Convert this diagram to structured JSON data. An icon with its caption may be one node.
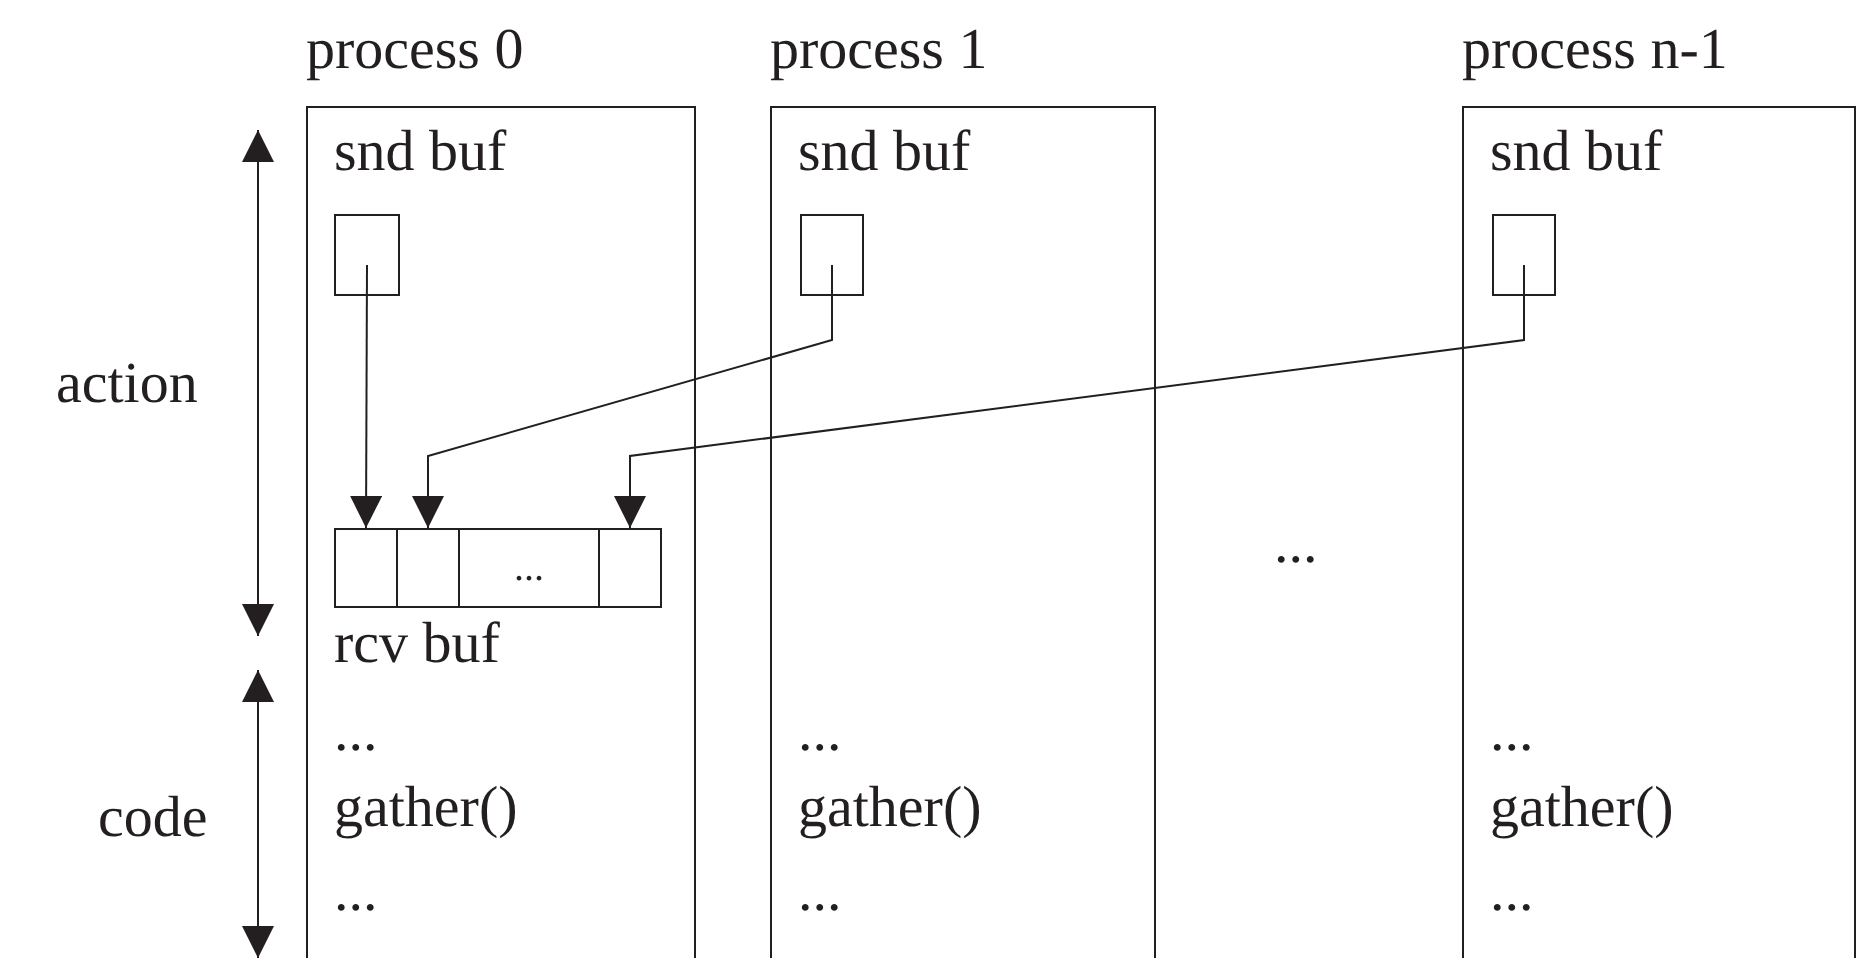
{
  "diagram": {
    "nodes": [
      {
        "text": [
          "process 0",
          "snd buf",
          "rcv buf",
          "...",
          "gather()",
          "..."
        ]
      },
      {
        "text": [],
        "shape": "box",
        "in": 0
      },
      {
        "text": [],
        "shape": "box",
        "in": 0
      },
      {
        "text": [],
        "shape": "box",
        "in": 0
      },
      {
        "text": [
          "..."
        ],
        "in": 0
      },
      {
        "text": [],
        "shape": "box",
        "in": 0
      },
      {
        "text": [
          "process 1",
          "snd buf",
          "...",
          "gather()",
          "..."
        ]
      },
      {
        "text": [],
        "shape": "box",
        "in": 6
      },
      {
        "text": [
          "process n-1",
          "snd buf",
          "...",
          "gather()",
          "..."
        ]
      },
      {
        "text": [],
        "shape": "box",
        "in": 8
      }
    ],
    "edges": [
      {
        "from": 1,
        "to": 2,
        "arrow": "to"
      },
      {
        "from": 7,
        "to": 3,
        "arrow": "to"
      },
      {
        "from": 9,
        "to": 5,
        "arrow": "to"
      }
    ],
    "labels": [
      "action",
      "code",
      "..."
    ]
  }
}
